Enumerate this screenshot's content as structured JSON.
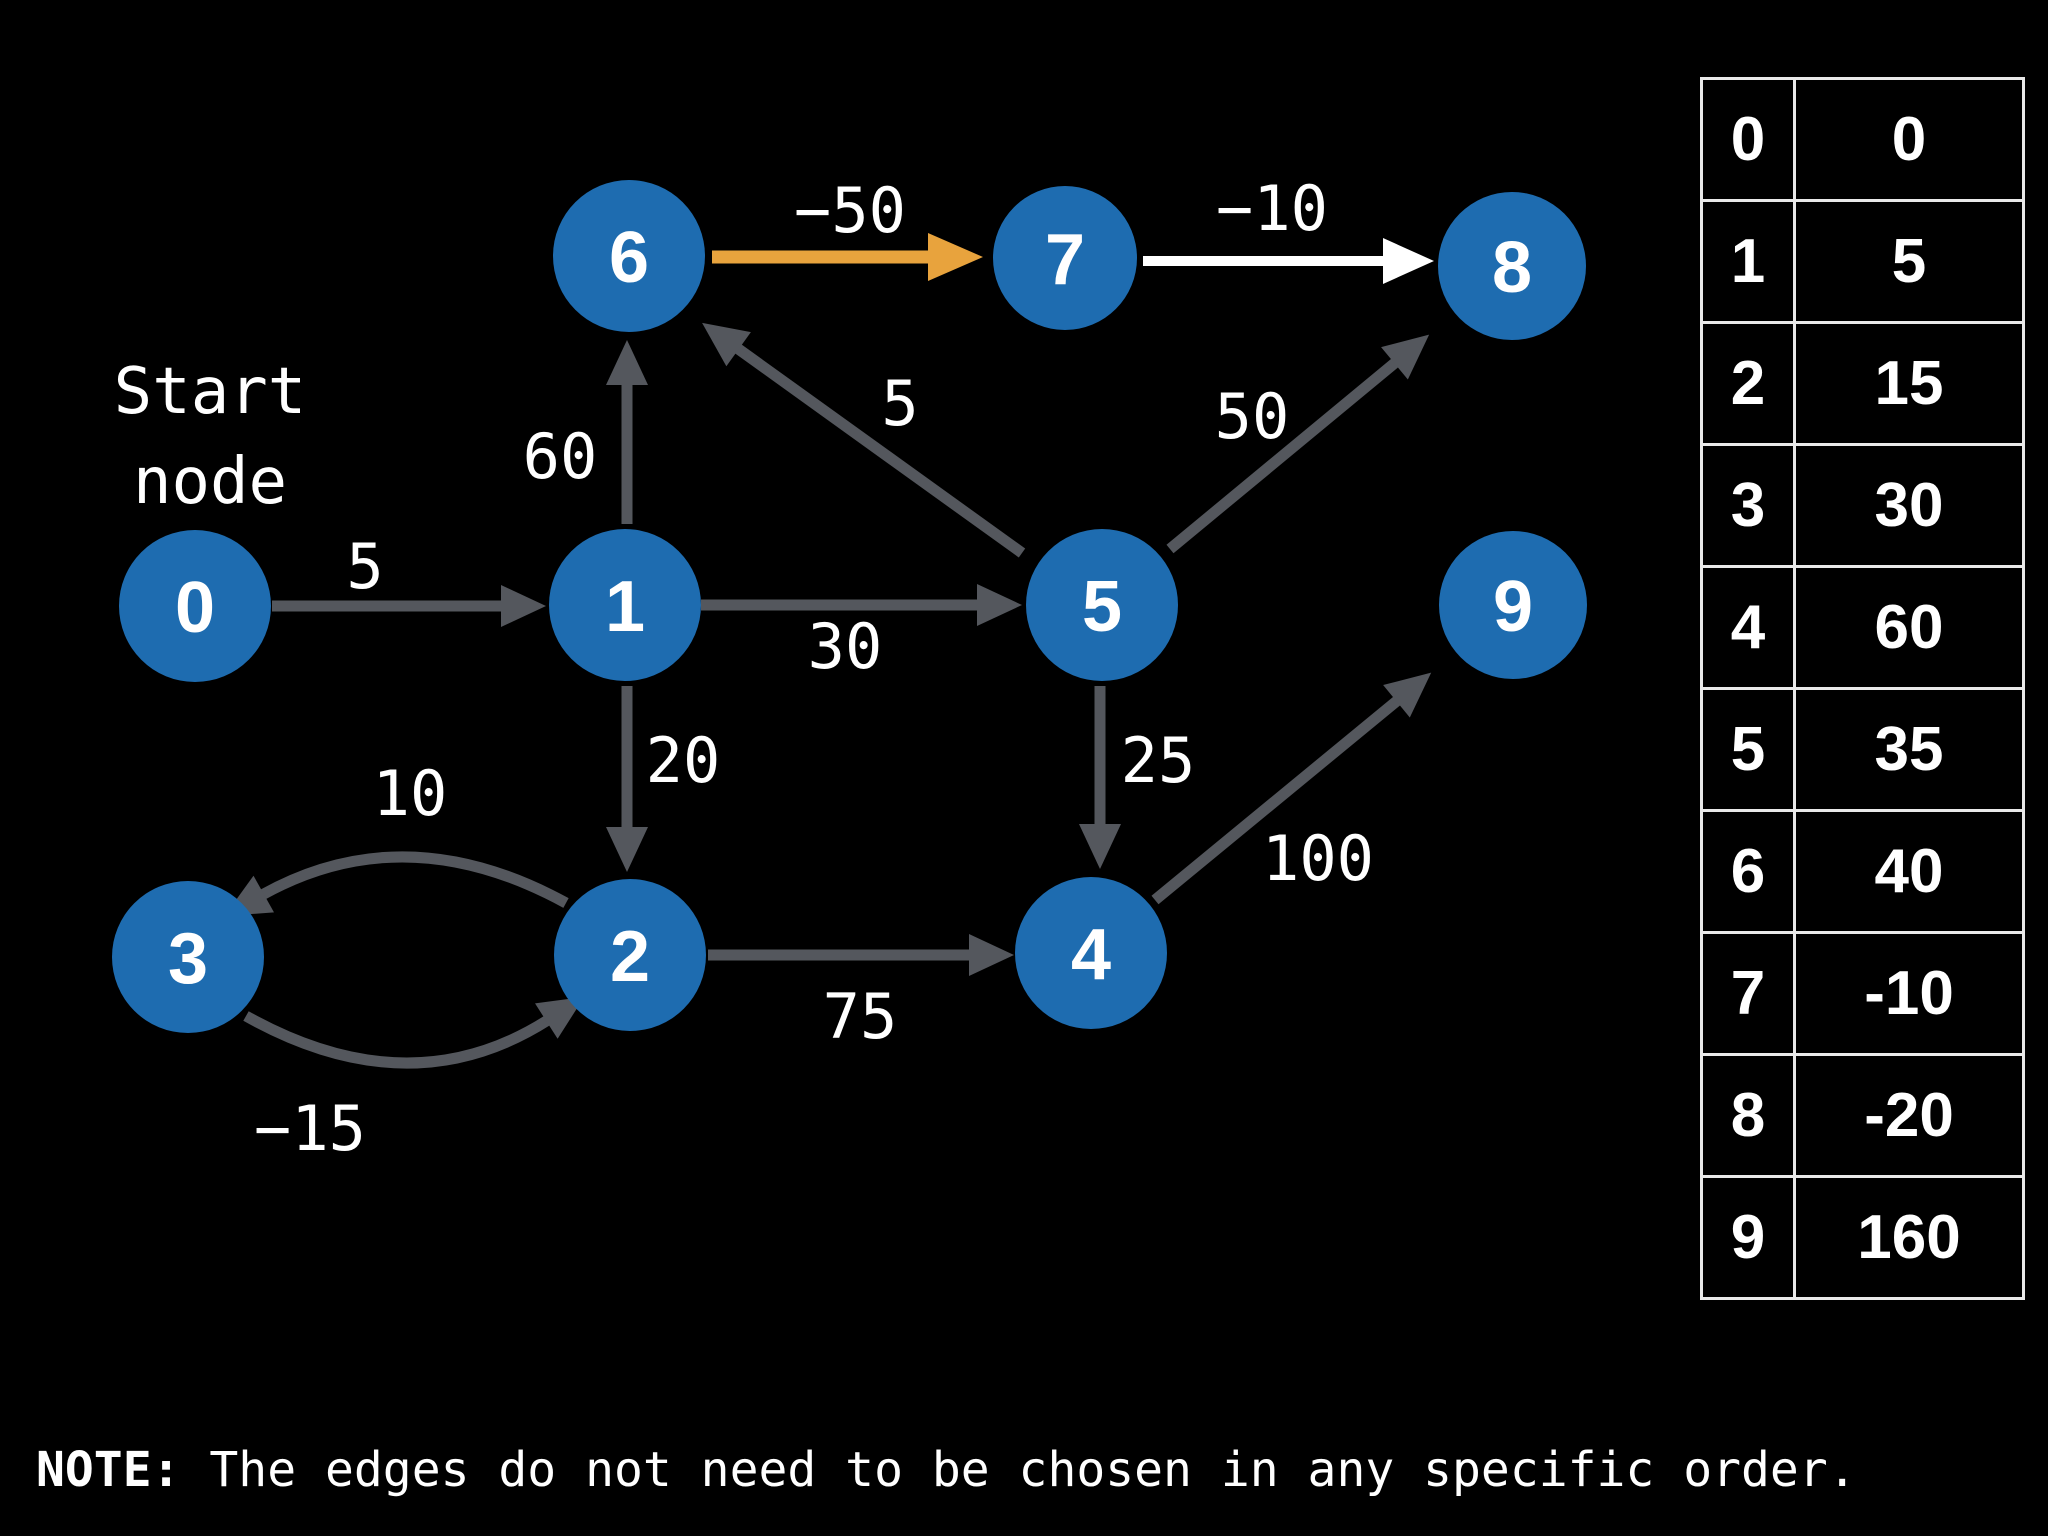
{
  "start_label": {
    "line1": "Start",
    "line2": "node"
  },
  "graph": {
    "nodes": [
      {
        "id": "0"
      },
      {
        "id": "1"
      },
      {
        "id": "2"
      },
      {
        "id": "3"
      },
      {
        "id": "4"
      },
      {
        "id": "5"
      },
      {
        "id": "6"
      },
      {
        "id": "7"
      },
      {
        "id": "8"
      },
      {
        "id": "9"
      }
    ],
    "edges": [
      {
        "from": "0",
        "to": "1",
        "label": "5",
        "color": "gray"
      },
      {
        "from": "1",
        "to": "6",
        "label": "60",
        "color": "gray"
      },
      {
        "from": "1",
        "to": "5",
        "label": "30",
        "color": "gray"
      },
      {
        "from": "1",
        "to": "2",
        "label": "20",
        "color": "gray"
      },
      {
        "from": "5",
        "to": "6",
        "label": "5",
        "color": "gray"
      },
      {
        "from": "5",
        "to": "8",
        "label": "50",
        "color": "gray"
      },
      {
        "from": "5",
        "to": "4",
        "label": "25",
        "color": "gray"
      },
      {
        "from": "6",
        "to": "7",
        "label": "−50",
        "color": "orange"
      },
      {
        "from": "7",
        "to": "8",
        "label": "−10",
        "color": "white"
      },
      {
        "from": "2",
        "to": "3",
        "label": "10",
        "color": "gray"
      },
      {
        "from": "3",
        "to": "2",
        "label": "−15",
        "color": "gray"
      },
      {
        "from": "2",
        "to": "4",
        "label": "75",
        "color": "gray"
      },
      {
        "from": "4",
        "to": "9",
        "label": "100",
        "color": "gray"
      }
    ]
  },
  "table": {
    "rows": [
      [
        "0",
        "0"
      ],
      [
        "1",
        "5"
      ],
      [
        "2",
        "15"
      ],
      [
        "3",
        "30"
      ],
      [
        "4",
        "60"
      ],
      [
        "5",
        "35"
      ],
      [
        "6",
        "40"
      ],
      [
        "7",
        "-10"
      ],
      [
        "8",
        "-20"
      ],
      [
        "9",
        "160"
      ]
    ]
  },
  "note": {
    "prefix": "NOTE:",
    "text": " The edges do not need to be chosen in any specific order."
  },
  "colors": {
    "bg": "#000000",
    "node_fill": "#1e6cb0",
    "edge_gray": "#54575d",
    "edge_orange": "#e8a33d",
    "edge_white": "#ffffff",
    "table_border": "#e9e9e9"
  }
}
